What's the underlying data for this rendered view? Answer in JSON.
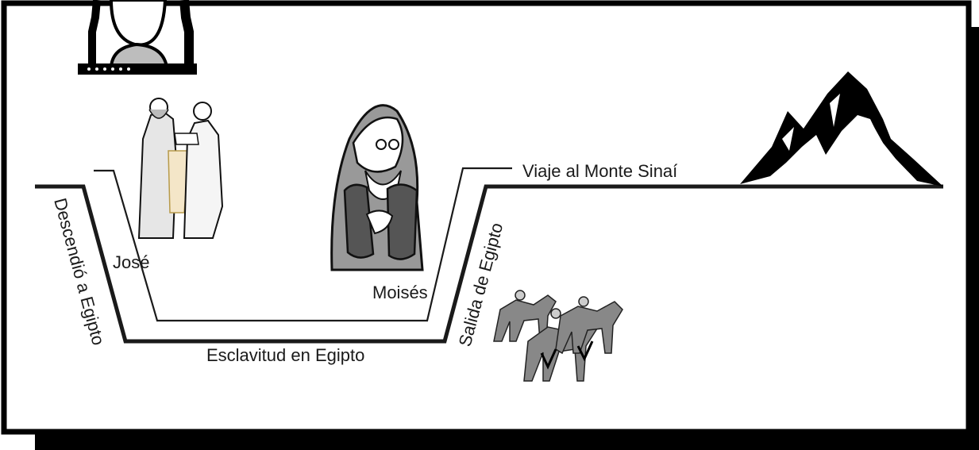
{
  "labels": {
    "descent": "Descendió a Egipto",
    "jose": "José",
    "slavery": "Esclavitud en Egipto",
    "moses": "Moisés",
    "exodus": "Salida de Egipto",
    "journey": "Viaje al Monte Sinaí"
  },
  "illustrations": [
    "hourglass-icon",
    "jose-figures-illustration",
    "moses-tablets-illustration",
    "camel-caravan-illustration",
    "mount-sinai-illustration"
  ],
  "colors": {
    "frame": "#000000",
    "line": "#1a1a1a",
    "background": "#ffffff"
  }
}
